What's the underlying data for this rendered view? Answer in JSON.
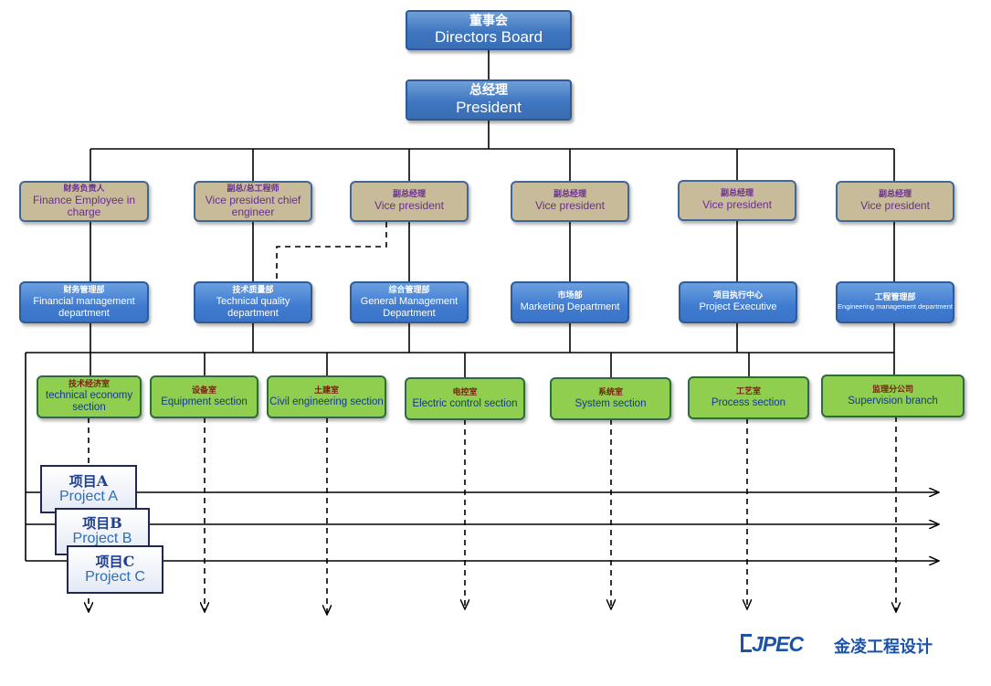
{
  "board": {
    "cn": "董事会",
    "en": "Directors Board"
  },
  "president": {
    "cn": "总经理",
    "en": "President"
  },
  "executives": [
    {
      "cn": "财务负责人",
      "en": "Finance Employee in charge"
    },
    {
      "cn": "副总/总工程师",
      "en": "Vice president chief engineer"
    },
    {
      "cn": "副总经理",
      "en": "Vice president"
    },
    {
      "cn": "副总经理",
      "en": "Vice president"
    },
    {
      "cn": "副总经理",
      "en": "Vice president"
    },
    {
      "cn": "副总经理",
      "en": "Vice president"
    }
  ],
  "departments": [
    {
      "cn": "财务管理部",
      "en": "Financial management department"
    },
    {
      "cn": "技术质量部",
      "en": "Technical quality department"
    },
    {
      "cn": "综合管理部",
      "en": "General Management Department"
    },
    {
      "cn": "市场部",
      "en": "Marketing Department"
    },
    {
      "cn": "项目执行中心",
      "en": "Project Executive"
    },
    {
      "cn": "工程管理部",
      "en": "Engineering management department"
    }
  ],
  "sections": [
    {
      "cn": "技术经济室",
      "en": "technical economy section"
    },
    {
      "cn": "设备室",
      "en": "Equipment section"
    },
    {
      "cn": "土建室",
      "en": "Civil engineering section"
    },
    {
      "cn": "电控室",
      "en": "Electric control section"
    },
    {
      "cn": "系统室",
      "en": "System section"
    },
    {
      "cn": "工艺室",
      "en": "Process section"
    },
    {
      "cn": "监理分公司",
      "en": "Supervision branch"
    }
  ],
  "projects": [
    {
      "cn": "项目",
      "letter": "A",
      "en": "Project A"
    },
    {
      "cn": "项目",
      "letter": "B",
      "en": "Project B"
    },
    {
      "cn": "项目",
      "letter": "C",
      "en": "Project C"
    }
  ],
  "logo": {
    "brand": "JPEC",
    "cn": "金凌工程设计"
  },
  "colors": {
    "top_box": "#3f76c0",
    "executive_box": "#c7bb9a",
    "department_box": "#3f7bd0",
    "section_box": "#8fce4f",
    "connector": "#000000",
    "logo": "#1b53a8"
  }
}
